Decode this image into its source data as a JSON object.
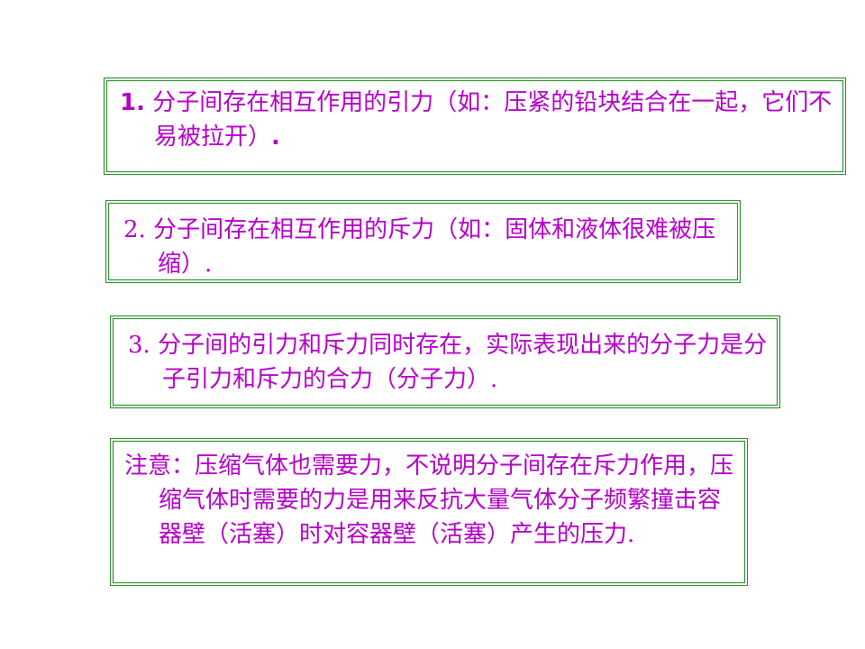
{
  "colors": {
    "text": "#b400c8",
    "border": "#1f8a1f",
    "background": "#ffffff"
  },
  "items": [
    {
      "number": "1.",
      "text": " 分子间存在相互作用的引力（如：压紧的铅块结合在一起，它们不易被拉开）",
      "tail": "."
    },
    {
      "text": "2. 分子间存在相互作用的斥力（如：固体和液体很难被压缩）."
    },
    {
      "text": "3. 分子间的引力和斥力同时存在，实际表现出来的分子力是分子引力和斥力的合力（分子力）."
    },
    {
      "text": "注意：压缩气体也需要力，不说明分子间存在斥力作用，压缩气体时需要的力是用来反抗大量气体分子频繁撞击容器壁（活塞）时对容器壁（活塞）产生的压力."
    }
  ]
}
